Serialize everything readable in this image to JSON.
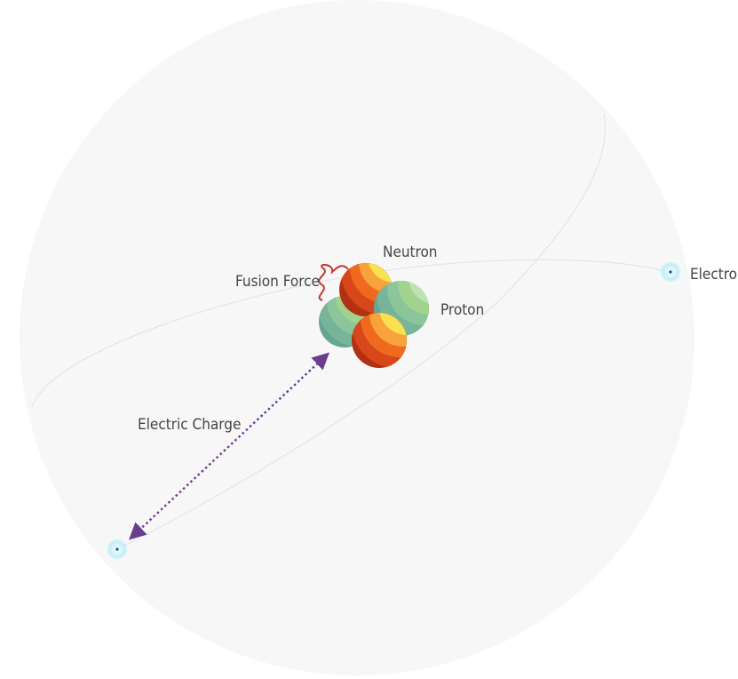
{
  "labels": {
    "neutron": "Neutron",
    "proton": "Proton",
    "fusion_force": "Fusion Force",
    "electron": "Electron",
    "electric_charge": "Electric Charge"
  },
  "colors": {
    "background_circle": "#f7f7f7",
    "orbit": "#e6e6e6",
    "label_text": "#444444",
    "electric_charge_arrow": "#6a3d8f",
    "fusion_force_wave": "#c0392b",
    "electron_glow": "#bfeefa",
    "neutron_palette": [
      "#fbe04f",
      "#f7a23a",
      "#ef6a1e",
      "#d8471a",
      "#b23112"
    ],
    "proton_palette": [
      "#bde3b2",
      "#a2d38e",
      "#8cc59a",
      "#77b49a",
      "#66a691"
    ]
  },
  "icons": {
    "electron": "glowing-dot-icon",
    "nucleon": "striped-sphere-icon"
  }
}
